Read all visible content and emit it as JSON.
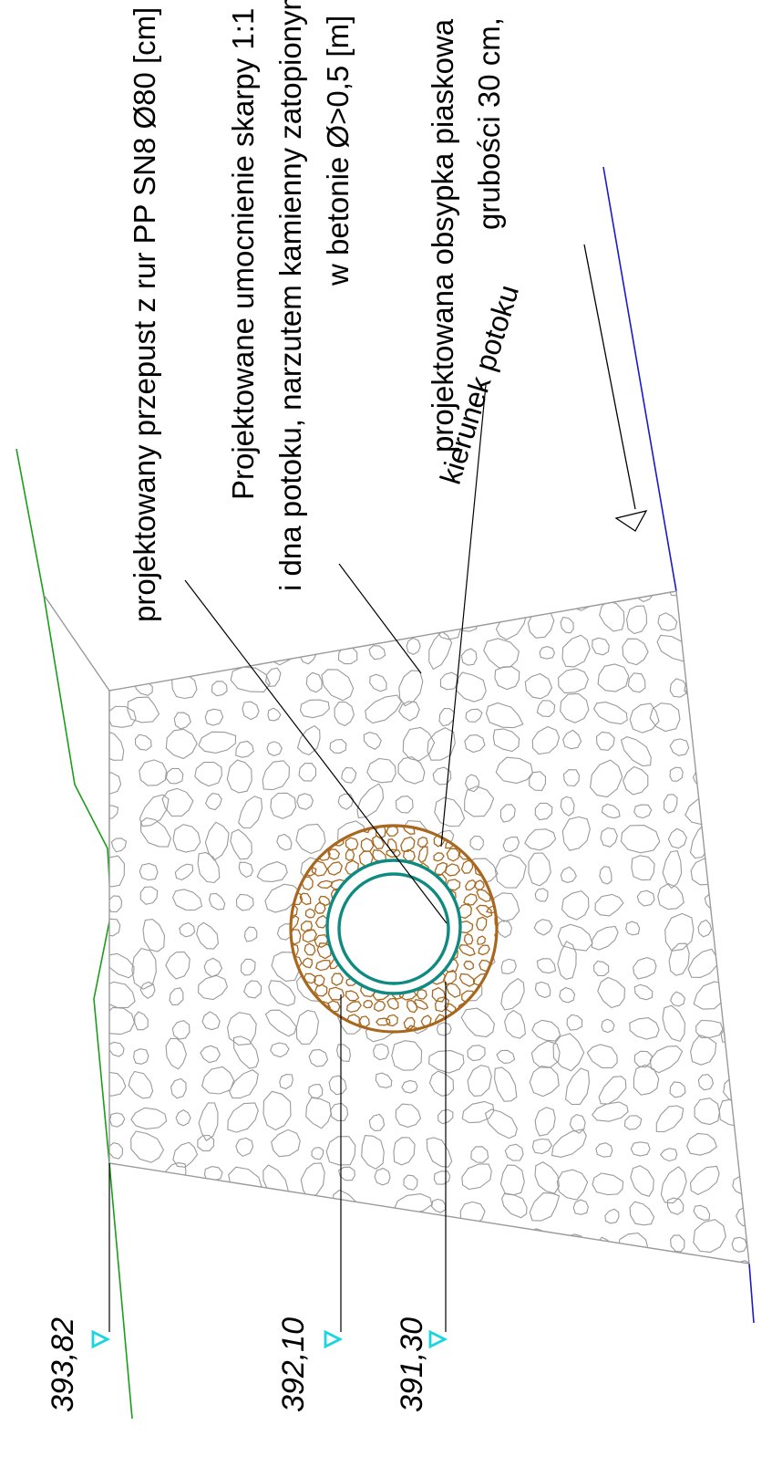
{
  "drawing": {
    "labels": {
      "pipe": "projektowany przepust z rur PP SN8 Ø80 [cm]",
      "reinforcement_line1": "Projektowane umocnienie skarpy 1:1",
      "reinforcement_line2": "i dna potoku, narzutem kamienny zatopionym",
      "reinforcement_line3": "w betonie Ø>0,5 [m]",
      "sand_line1": "projektowana obsypka piaskowa",
      "sand_line2": "grubości 30 cm,",
      "flow": "kierunek potoku"
    },
    "elevations": {
      "crest": "393,82",
      "pipe_top": "392,10",
      "pipe_bottom": "391,30"
    },
    "colors": {
      "terrain": "#1a9e1a",
      "water": "#1a1acc",
      "stone": "#9a9a9a",
      "sand": "#a8671f",
      "pipe": "#0f8a80",
      "marker": "#18d6e0",
      "leader": "#000000"
    }
  }
}
